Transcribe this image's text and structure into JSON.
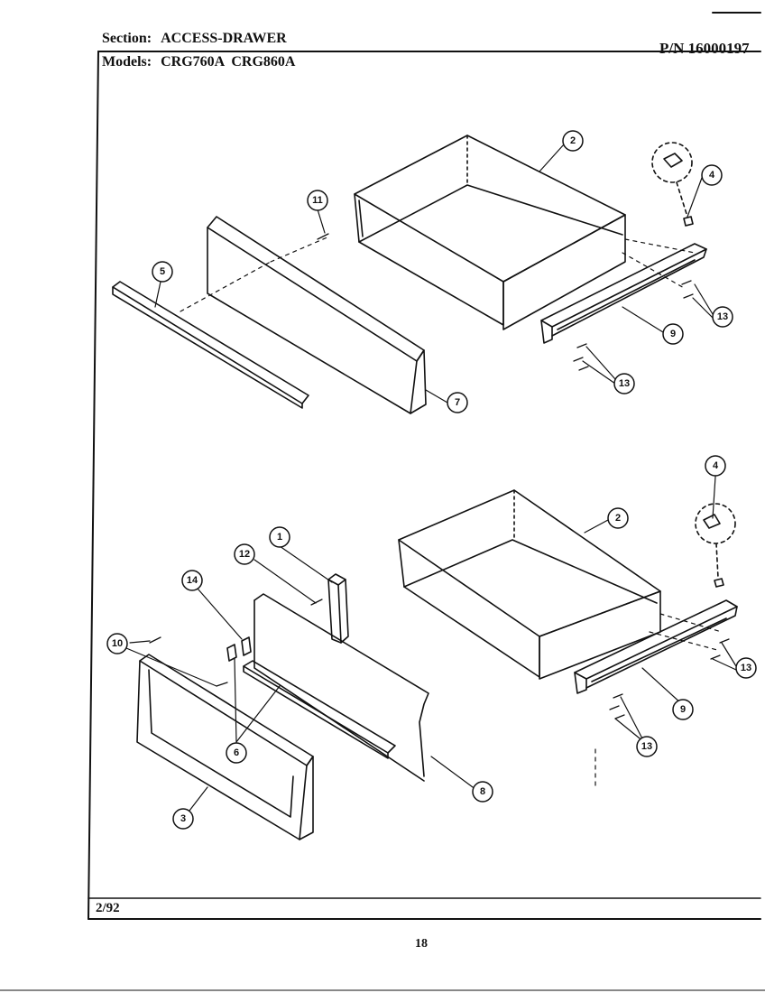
{
  "header": {
    "section_label": "Section:",
    "section_value": "ACCESS-DRAWER",
    "models_label": "Models:",
    "models_value": "CRG760A  CRG860A",
    "part_number": "P/N 16000197"
  },
  "footer": {
    "date": "2/92",
    "page_number": "18"
  },
  "callouts": {
    "c1": "1",
    "c2": "2",
    "c3": "3",
    "c4": "4",
    "c5": "5",
    "c6": "6",
    "c7": "7",
    "c8": "8",
    "c9": "9",
    "c10": "10",
    "c11": "11",
    "c12": "12",
    "c13": "13",
    "c14": "14"
  }
}
